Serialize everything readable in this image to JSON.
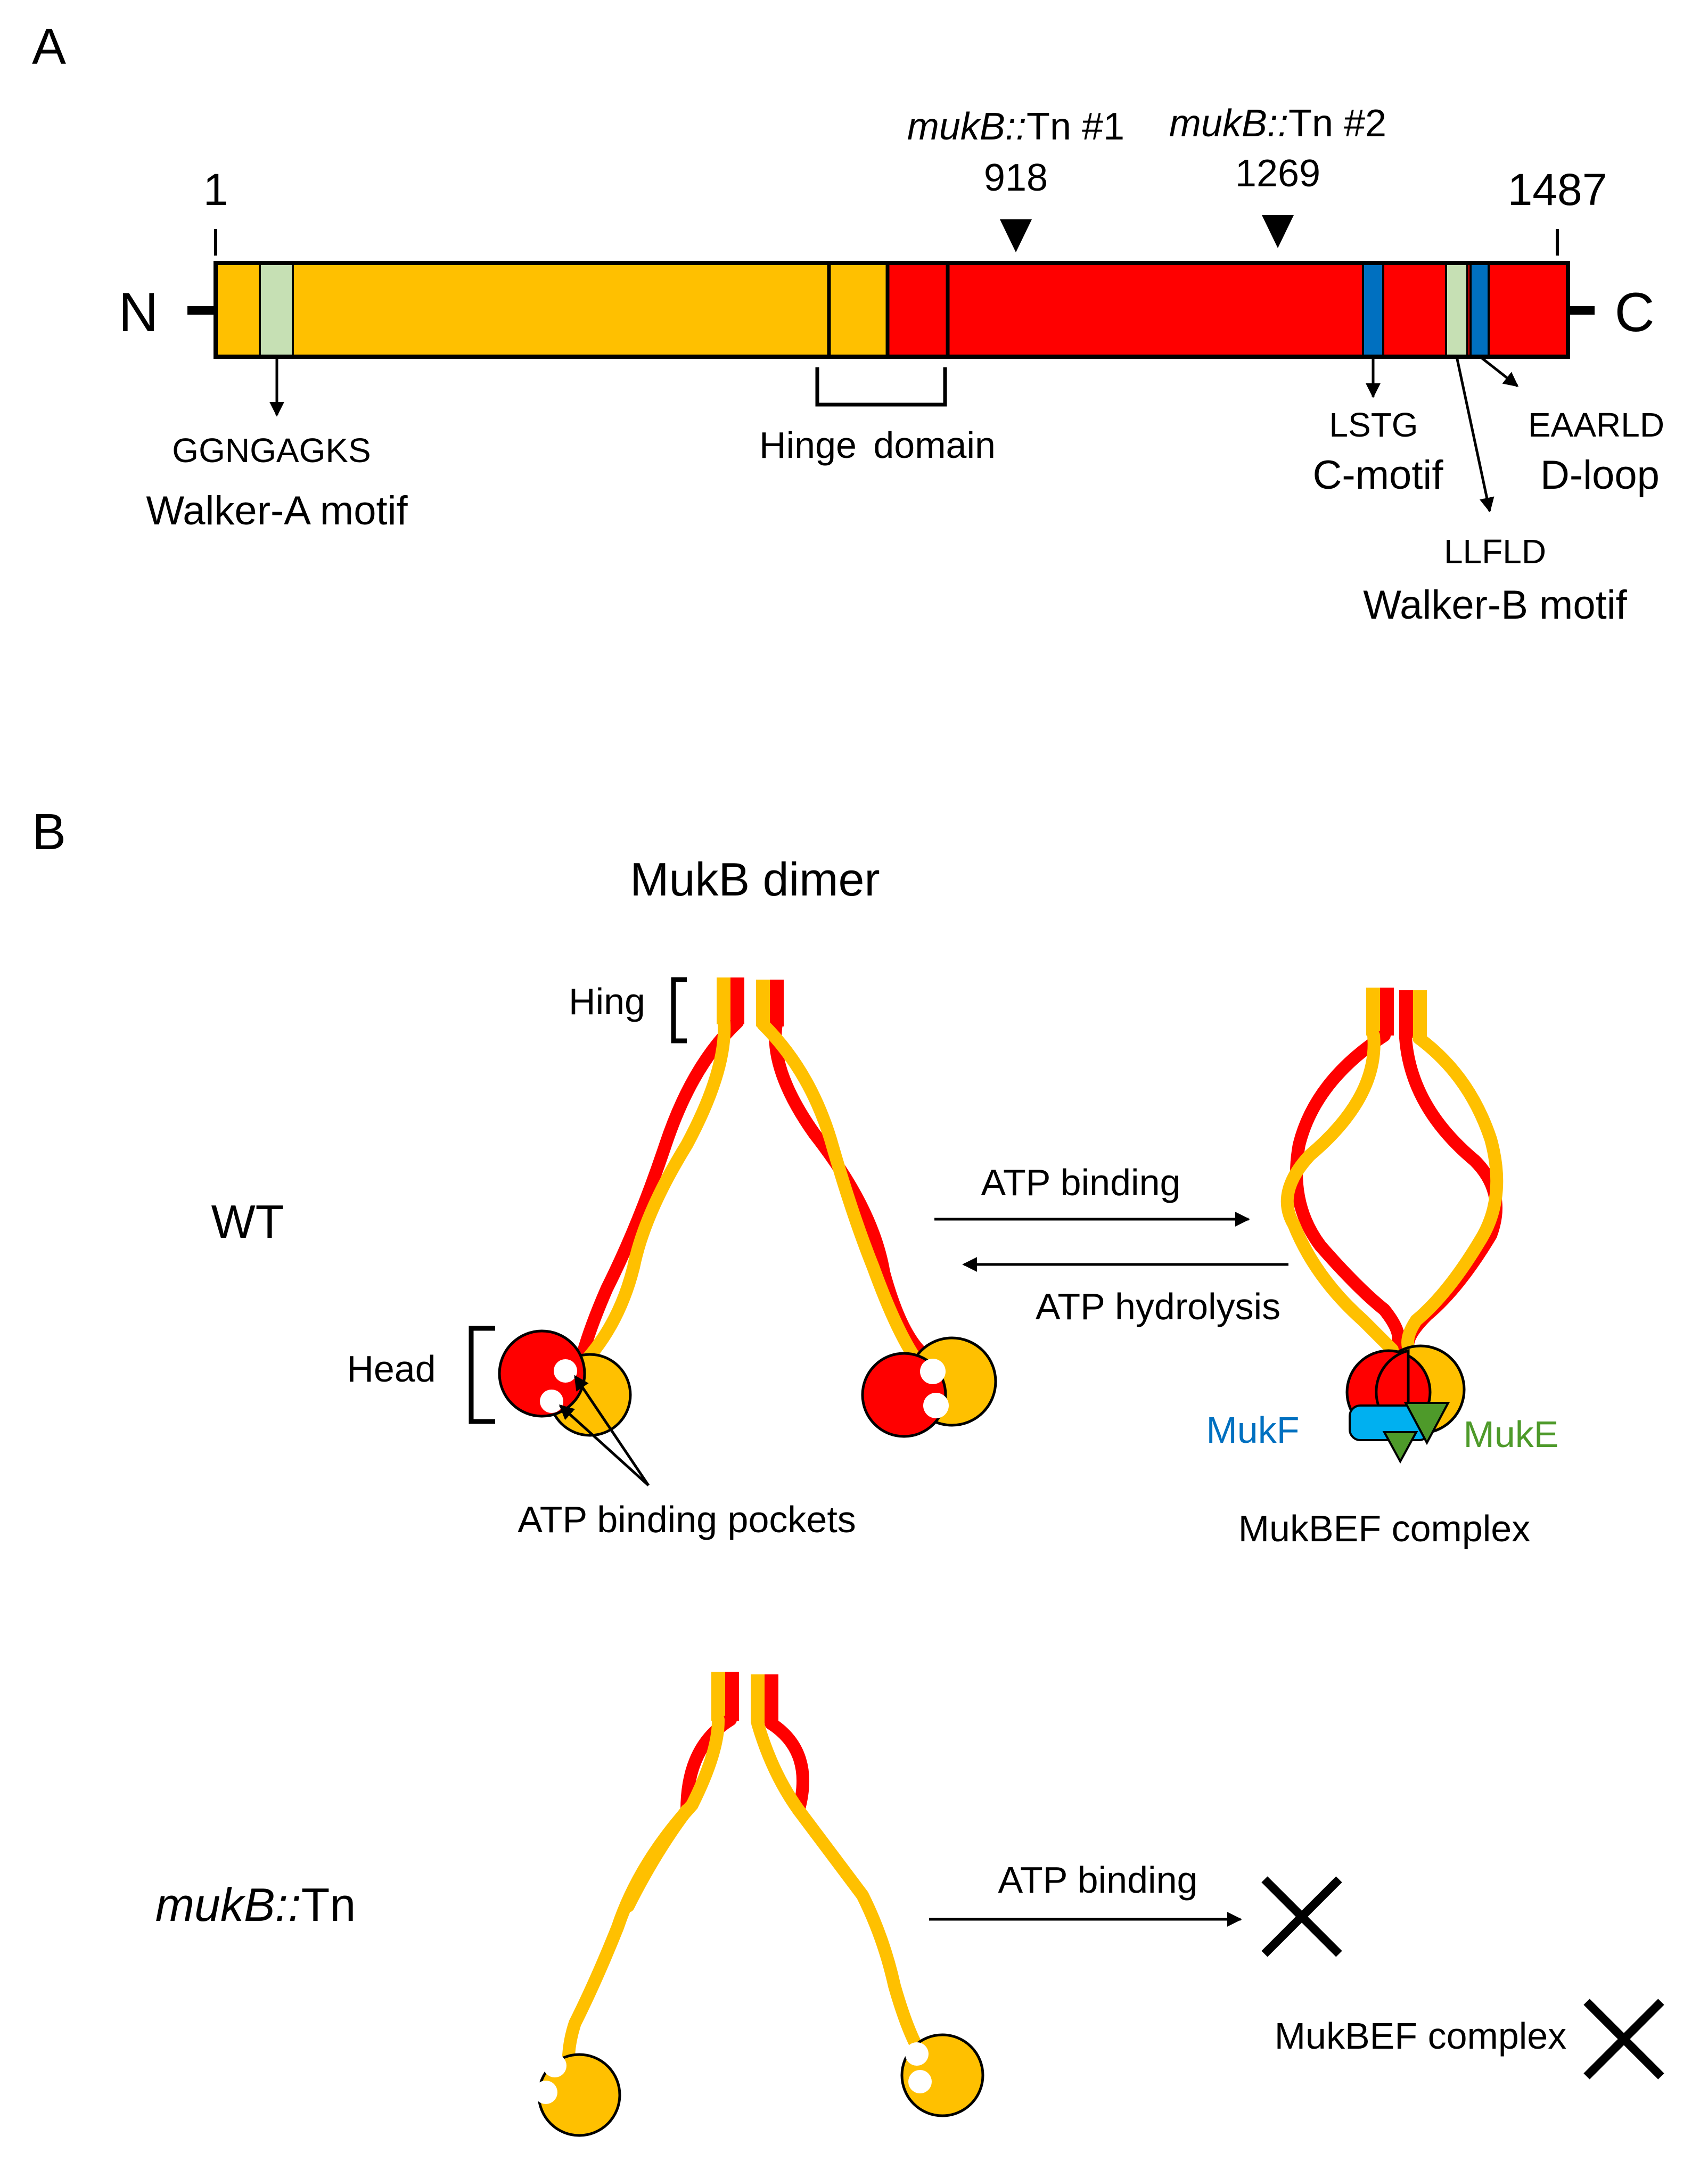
{
  "panel_a": {
    "label": "A",
    "n_term": "N",
    "c_term": "C",
    "pos_start": "1",
    "pos_end": "1487",
    "insertion_1": {
      "gene": "mukB::",
      "suffix": "Tn #1",
      "position": "918"
    },
    "insertion_2": {
      "gene": "mukB::",
      "suffix": "Tn #2",
      "position": "1269"
    },
    "walker_a": {
      "sequence": "GGNGAGKS",
      "name": "Walker-A motif"
    },
    "hinge": {
      "name": "Hinge domain"
    },
    "c_motif": {
      "sequence": "LSTG",
      "name": "C-motif"
    },
    "d_loop": {
      "sequence": "EAARLD",
      "name": "D-loop"
    },
    "walker_b": {
      "sequence": "LLFLD",
      "name": "Walker-B motif"
    }
  },
  "panel_b": {
    "label": "B",
    "title": "MukB dimer",
    "hinge_label": "Hing",
    "head_label": "Head",
    "atp_pockets": "ATP binding pockets",
    "wt_label": "WT",
    "atp_binding": "ATP binding",
    "atp_hydrolysis": "ATP hydrolysis",
    "mukf": "MukF",
    "muke": "MukE",
    "complex": "MukBEF complex",
    "mutant_gene": "mukB::",
    "mutant_suffix": "Tn",
    "mutant_atp_binding": "ATP binding",
    "mutant_complex": "MukBEF complex"
  },
  "colors": {
    "n_half": "#FFC000",
    "c_half": "#FF0000",
    "walker_motif": "#C6E0B4",
    "c_motif_dloop": "#0070C0",
    "mukf": "#00B0F0",
    "muke": "#4E9A2A",
    "mukf_text": "#0070C0",
    "muke_text": "#4E9A2A"
  }
}
